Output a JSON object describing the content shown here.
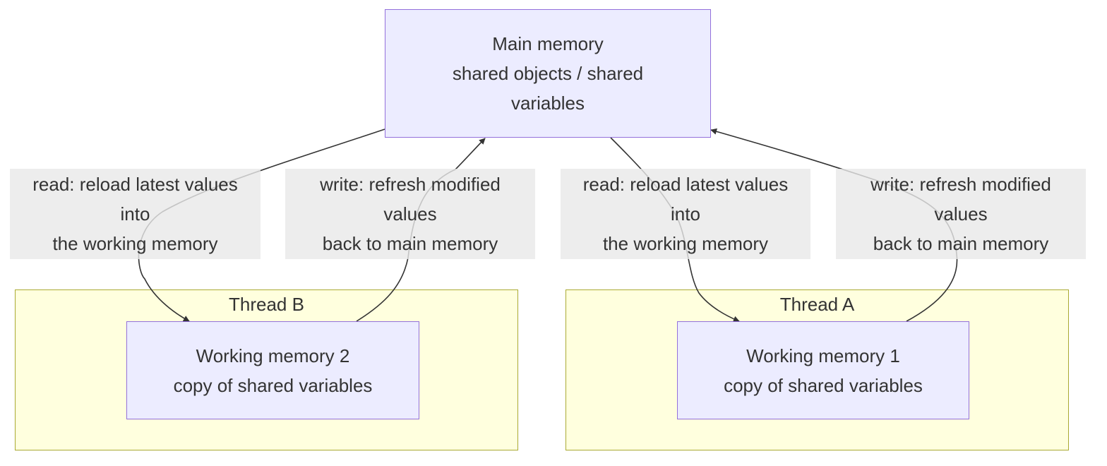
{
  "main_memory": {
    "lines": [
      "Main memory",
      "shared objects / shared",
      "variables"
    ]
  },
  "thread_b": {
    "title": "Thread B",
    "working_memory": {
      "lines": [
        "Working memory 2",
        "copy of shared variables"
      ]
    }
  },
  "thread_a": {
    "title": "Thread A",
    "working_memory": {
      "lines": [
        "Working memory 1",
        "copy of shared variables"
      ]
    }
  },
  "edge_labels": {
    "read_b": [
      "read: reload latest values",
      "into",
      "the working memory"
    ],
    "write_b": [
      "write: refresh modified",
      "values",
      "back to main memory"
    ],
    "read_a": [
      "read: reload latest values",
      "into",
      "the working memory"
    ],
    "write_a": [
      "write: refresh modified",
      "values",
      "back to main memory"
    ]
  },
  "colors": {
    "node_fill": "#ececff",
    "node_border": "#9370db",
    "cluster_fill": "#ffffde",
    "cluster_border": "#aaaa33",
    "edge_label_bg": "#e8e8e8",
    "edge_stroke": "#333333",
    "text": "#333333"
  }
}
